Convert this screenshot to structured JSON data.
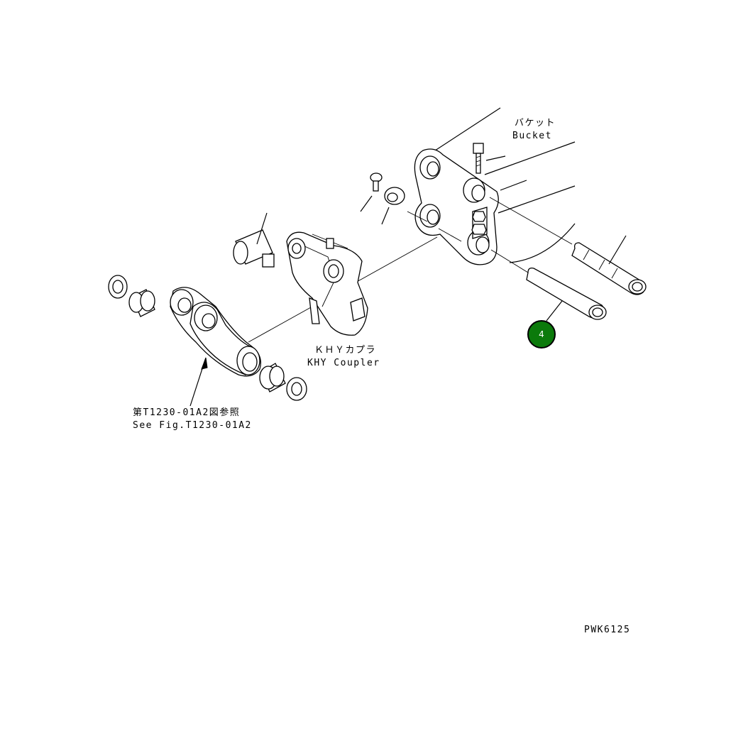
{
  "labels": {
    "bucket_jp": "バケット",
    "bucket_en": "Bucket",
    "coupler_jp": "ＫＨＹカプラ",
    "coupler_en": "KHY Coupler",
    "ref_jp": "第T1230-01A2図参照",
    "ref_en": "See Fig.T1230-01A2",
    "drawing_id": "PWK6125"
  },
  "callouts": [
    {
      "number": "4",
      "color": "#0b7a0b"
    }
  ]
}
